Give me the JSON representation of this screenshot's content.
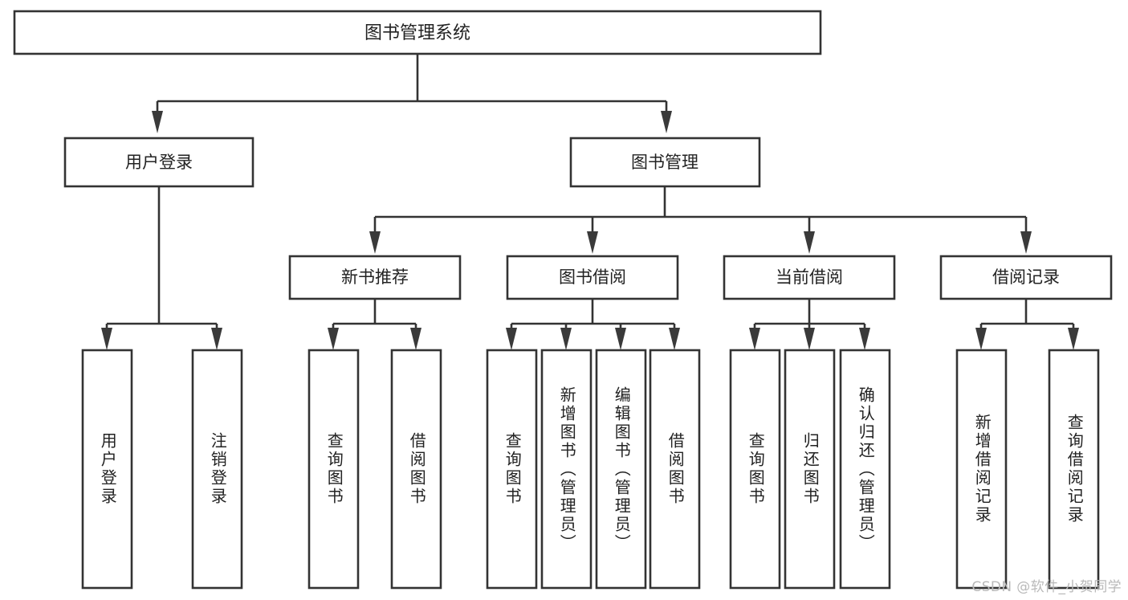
{
  "diagram": {
    "title": "图书管理系统",
    "type": "tree-hierarchy-diagram",
    "watermark": "CSDN @软件_小贺同学",
    "colors": {
      "box_stroke": "#333333",
      "box_fill": "#ffffff",
      "text": "#222222",
      "arrow": "#3a3a3a",
      "background": "#ffffff",
      "watermark": "#b9b9b9"
    },
    "nodes": {
      "root": {
        "label": "图书管理系统"
      },
      "level2": [
        {
          "id": "user-login",
          "label": "用户登录"
        },
        {
          "id": "book-management",
          "label": "图书管理"
        }
      ],
      "level3": [
        {
          "id": "new-book-recommend",
          "label": "新书推荐"
        },
        {
          "id": "book-borrow",
          "label": "图书借阅"
        },
        {
          "id": "current-borrow",
          "label": "当前借阅"
        },
        {
          "id": "borrow-record",
          "label": "借阅记录"
        }
      ],
      "leaves": {
        "user_login": [
          {
            "id": "leaf-user-login",
            "label": "用户登录"
          },
          {
            "id": "leaf-logout-login",
            "label": "注销登录"
          }
        ],
        "new_book_recommend": [
          {
            "id": "leaf-query-book-1",
            "label": "查询图书"
          },
          {
            "id": "leaf-borrow-book-1",
            "label": "借阅图书"
          }
        ],
        "book_borrow": [
          {
            "id": "leaf-query-book-2",
            "label": "查询图书"
          },
          {
            "id": "leaf-add-book-admin",
            "label": "新增图书（管理员）"
          },
          {
            "id": "leaf-edit-book-admin",
            "label": "编辑图书（管理员）"
          },
          {
            "id": "leaf-borrow-book-2",
            "label": "借阅图书"
          }
        ],
        "current_borrow": [
          {
            "id": "leaf-query-book-3",
            "label": "查询图书"
          },
          {
            "id": "leaf-return-book",
            "label": "归还图书"
          },
          {
            "id": "leaf-confirm-return-admin",
            "label": "确认归还（管理员）"
          }
        ],
        "borrow_record": [
          {
            "id": "leaf-add-borrow-record",
            "label": "新增借阅记录"
          },
          {
            "id": "leaf-query-borrow-record",
            "label": "查询借阅记录"
          }
        ]
      }
    }
  }
}
